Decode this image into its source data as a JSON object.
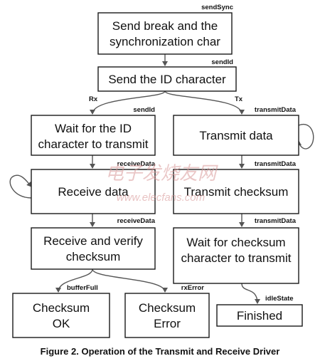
{
  "nodes": {
    "send_sync": [
      "Send break and the",
      "synchronization char"
    ],
    "send_id": [
      "Send the ID character"
    ],
    "wait_id": [
      "Wait for the ID",
      "character to transmit"
    ],
    "transmit_data": [
      "Transmit data"
    ],
    "receive_data": [
      "Receive data"
    ],
    "transmit_checksum": [
      "Transmit checksum"
    ],
    "receive_verify": [
      "Receive and verify",
      "checksum"
    ],
    "wait_checksum": [
      "Wait for checksum",
      "character to transmit"
    ],
    "checksum_ok": [
      "Checksum",
      "OK"
    ],
    "checksum_error": [
      "Checksum",
      "Error"
    ],
    "finished": [
      "Finished"
    ]
  },
  "labels": {
    "sendSync": "sendSync",
    "sendId_top": "sendId",
    "rx": "Rx",
    "tx": "Tx",
    "sendId_left": "sendId",
    "transmitData_right1": "transmitData",
    "receiveData_left1": "receiveData",
    "transmitData_right2": "transmitData",
    "receiveData_left2": "receiveData",
    "transmitData_right3": "transmitData",
    "bufferFull": "bufferFull",
    "rxError": "rxError",
    "idleState": "idleState"
  },
  "watermark": {
    "chinese": "电子发烧友网",
    "url": "www.elecfans.com"
  },
  "caption": "Figure 2. Operation of the Transmit and Receive Driver",
  "colors": {
    "line": "#555555",
    "box_border": "#1a1a1a",
    "watermark": "#d99a9a"
  }
}
